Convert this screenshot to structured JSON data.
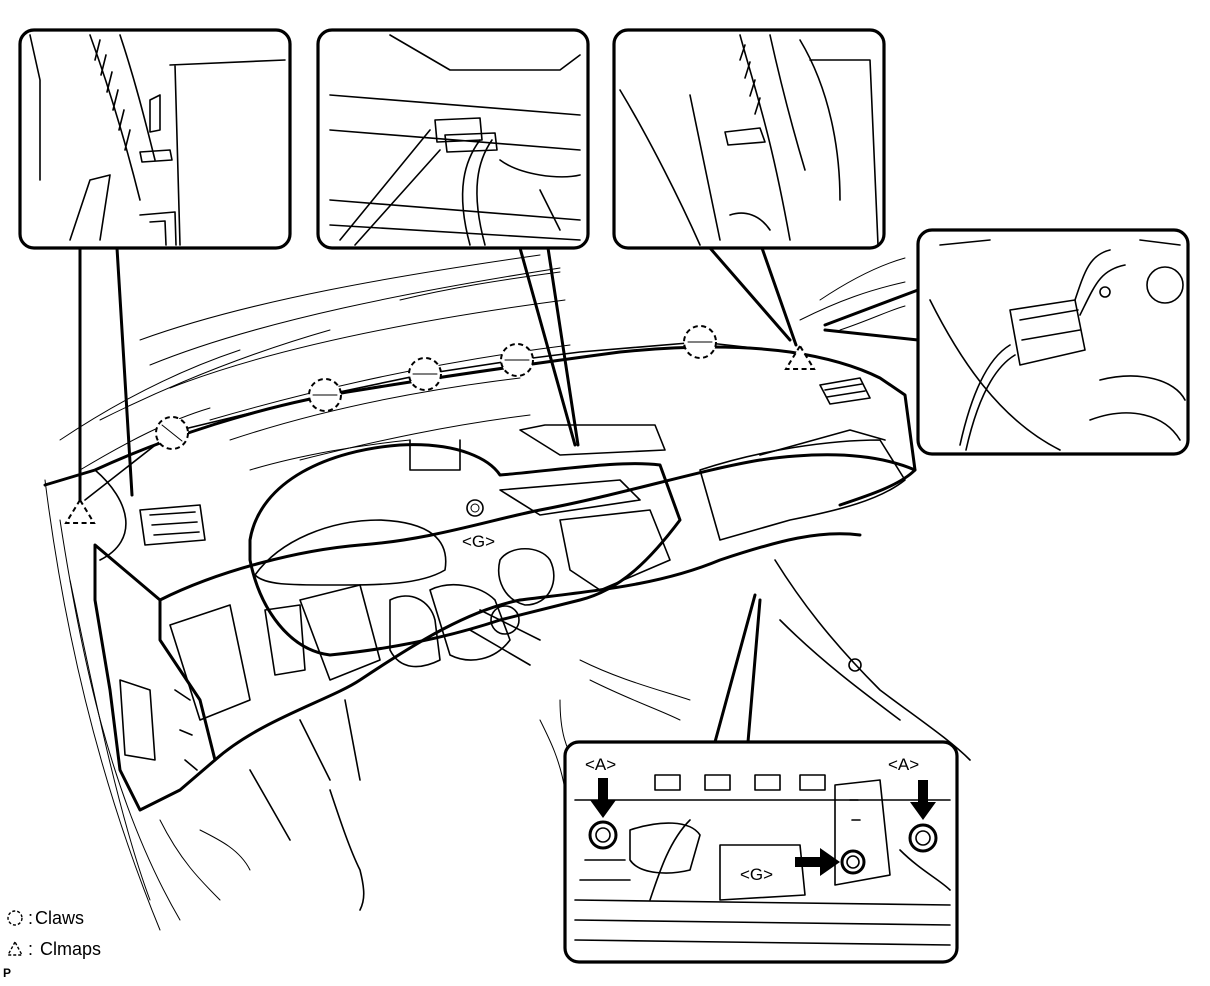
{
  "labels": {
    "g_main": "<G>",
    "a_left": "<A>",
    "a_right": "<A>",
    "g_inset": "<G>"
  },
  "legend": {
    "claws": "Claws",
    "clamps": "Clmaps"
  },
  "page_ref": "P"
}
